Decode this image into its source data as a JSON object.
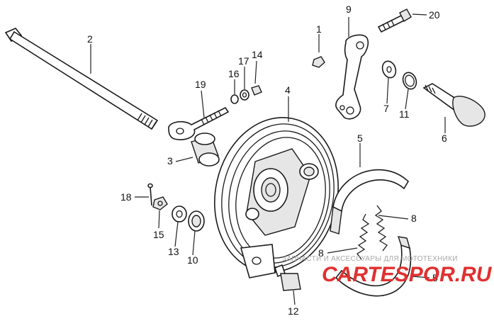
{
  "diagram": {
    "callouts": [
      {
        "id": "c1",
        "label": "1"
      },
      {
        "id": "c2",
        "label": "2"
      },
      {
        "id": "c3",
        "label": "3"
      },
      {
        "id": "c4",
        "label": "4"
      },
      {
        "id": "c5a",
        "label": "5"
      },
      {
        "id": "c5b",
        "label": "5"
      },
      {
        "id": "c6",
        "label": "6"
      },
      {
        "id": "c7",
        "label": "7"
      },
      {
        "id": "c8a",
        "label": "8"
      },
      {
        "id": "c8b",
        "label": "8"
      },
      {
        "id": "c9",
        "label": "9"
      },
      {
        "id": "c10",
        "label": "10"
      },
      {
        "id": "c11",
        "label": "11"
      },
      {
        "id": "c12",
        "label": "12"
      },
      {
        "id": "c13",
        "label": "13"
      },
      {
        "id": "c14",
        "label": "14"
      },
      {
        "id": "c15",
        "label": "15"
      },
      {
        "id": "c16",
        "label": "16"
      },
      {
        "id": "c17",
        "label": "17"
      },
      {
        "id": "c18",
        "label": "18"
      },
      {
        "id": "c19",
        "label": "19"
      },
      {
        "id": "c20",
        "label": "20"
      }
    ],
    "watermark": {
      "line1": "ЗАПЧАСТИ И АКСЕССУАРЫ ДЛЯ МОТОТЕХНИКИ",
      "line2": "CARTESPOR.RU",
      "color": "#e03030"
    }
  }
}
